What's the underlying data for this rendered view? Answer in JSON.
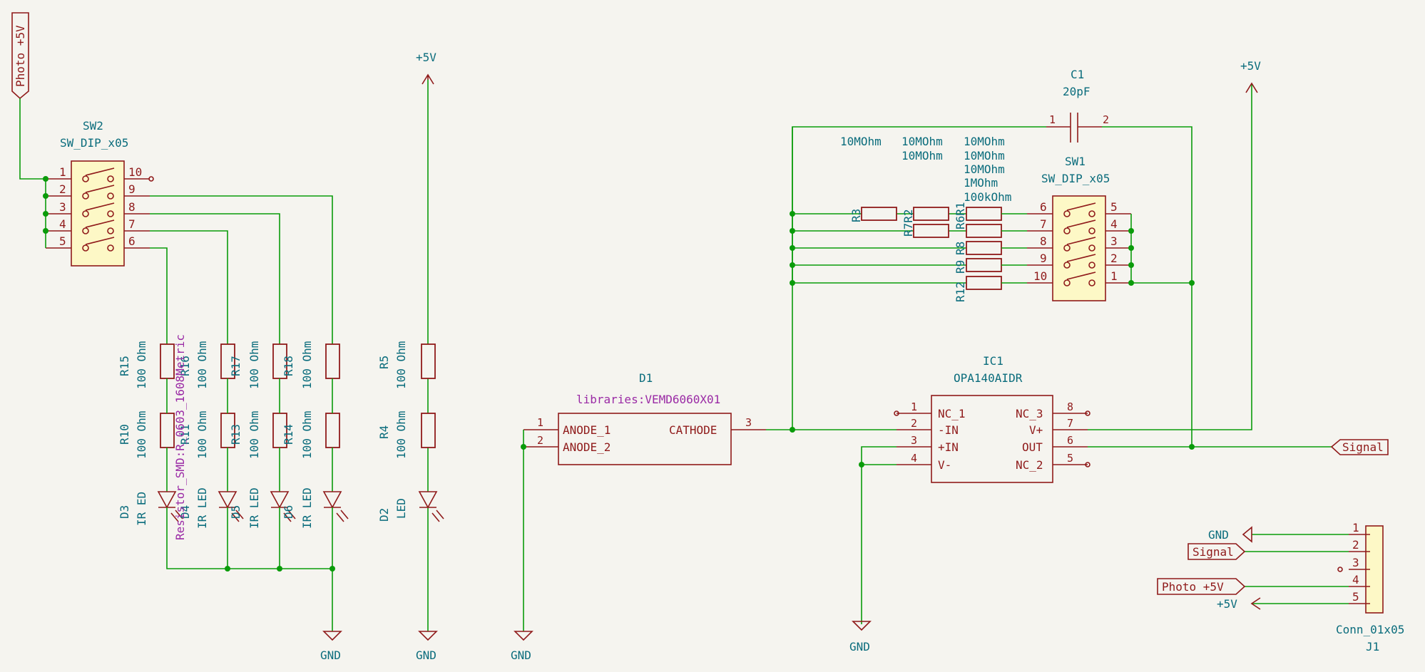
{
  "schematic": {
    "power_labels": {
      "vcc": "+5V",
      "gnd": "GND"
    },
    "global_labels": {
      "photo_vcc": "Photo +5V",
      "signal": "Signal"
    },
    "sw2": {
      "ref": "SW2",
      "value": "SW_DIP_x05",
      "pins_left": [
        "1",
        "2",
        "3",
        "4",
        "5"
      ],
      "pins_right": [
        "10",
        "9",
        "8",
        "7",
        "6"
      ]
    },
    "sw1": {
      "ref": "SW1",
      "value": "SW_DIP_x05",
      "pins_left": [
        "6",
        "7",
        "8",
        "9",
        "10"
      ],
      "pins_right": [
        "5",
        "4",
        "3",
        "2",
        "1"
      ]
    },
    "c1": {
      "ref": "C1",
      "value": "20pF",
      "pin1": "1",
      "pin2": "2"
    },
    "d1": {
      "ref": "D1",
      "value": "libraries:VEMD6060X01",
      "anode1": "ANODE_1",
      "anode2": "ANODE_2",
      "cathode": "CATHODE",
      "p1": "1",
      "p2": "2",
      "p3": "3"
    },
    "ic1": {
      "ref": "IC1",
      "value": "OPA140AIDR",
      "left_names": [
        "NC_1",
        "-IN",
        "+IN",
        "V-"
      ],
      "left_nums": [
        "1",
        "2",
        "3",
        "4"
      ],
      "right_names": [
        "NC_3",
        "V+",
        "OUT",
        "NC_2"
      ],
      "right_nums": [
        "8",
        "7",
        "6",
        "5"
      ]
    },
    "j1": {
      "ref": "J1",
      "value": "Conn_01x05",
      "pins": [
        "1",
        "2",
        "3",
        "4",
        "5"
      ]
    },
    "led_column": [
      {
        "r_top_ref": "R15",
        "r_top_val": "100 Ohm",
        "r_bot_ref": "R10",
        "r_bot_val": "100 Ohm",
        "d_ref": "D3",
        "d_val": "IR ED"
      },
      {
        "r_top_ref": "R16",
        "r_top_val": "100 Ohm",
        "r_bot_ref": "R11",
        "r_bot_val": "100 Ohm",
        "d_ref": "D4",
        "d_val": "IR LED"
      },
      {
        "r_top_ref": "R17",
        "r_top_val": "100 Ohm",
        "r_bot_ref": "R13",
        "r_bot_val": "100 Ohm",
        "d_ref": "D5",
        "d_val": "IR LED"
      },
      {
        "r_top_ref": "R18",
        "r_top_val": "100 Ohm",
        "r_bot_ref": "R14",
        "r_bot_val": "100 Ohm",
        "d_ref": "D6",
        "d_val": "IR LED"
      }
    ],
    "led_single": {
      "r_top_ref": "R5",
      "r_top_val": "100 Ohm",
      "r_bot_ref": "R4",
      "r_bot_val": "100 Ohm",
      "d_ref": "D2",
      "d_val": "LED"
    },
    "footprint_overlay": "Resistor_SMD:R_0603_1608Metric",
    "gain_refs": {
      "r3": "R3",
      "r2": "R7R2",
      "r1": "R6R1",
      "r8": "R8",
      "r9": "R9",
      "r12": "R12"
    },
    "gain_values": [
      "10MOhm",
      "10MOhm",
      "10MOhm",
      "10MOhm",
      "10MOhm",
      "10MOhm",
      "1MOhm",
      "100kOhm"
    ],
    "colors": {
      "wire": "#0a9b0a",
      "body": "#8f1a1a",
      "fill": "#fdf8c6",
      "ref": "#0a6c7c",
      "footprint": "#9a2aa5",
      "background": "#f5f4ef"
    }
  }
}
